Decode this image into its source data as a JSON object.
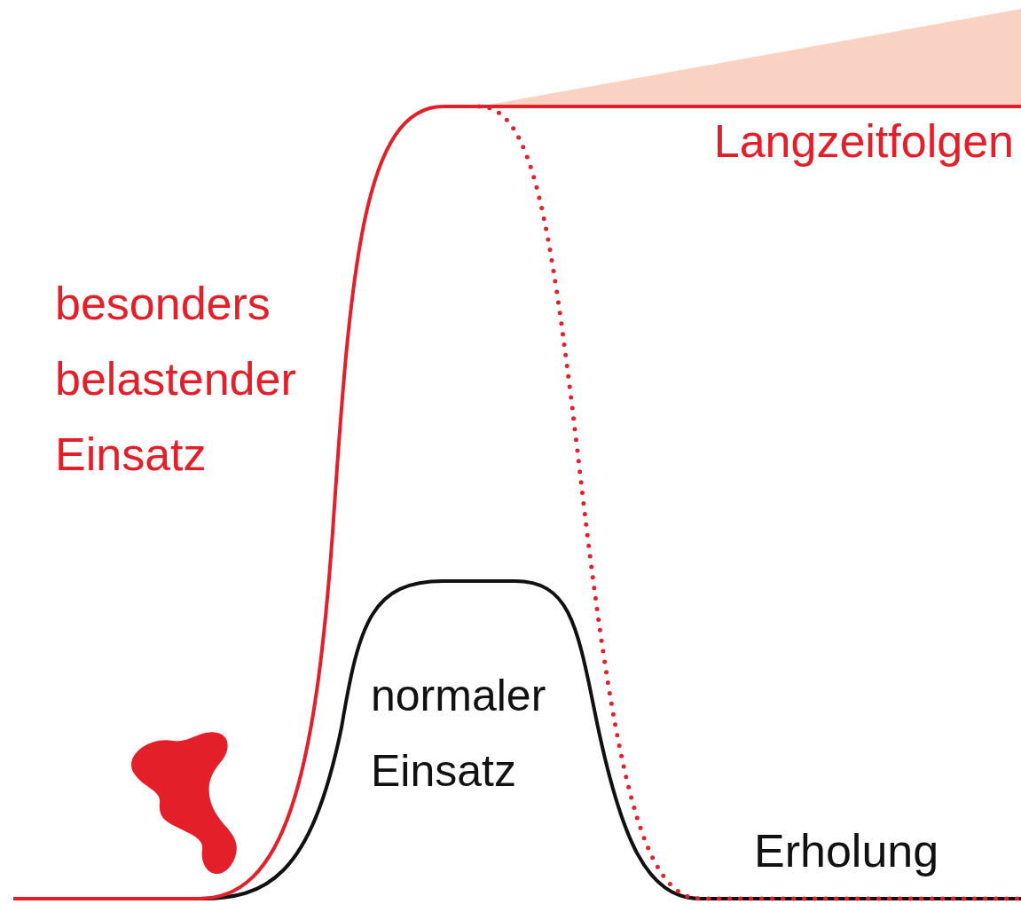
{
  "diagram": {
    "labels": [
      "besonders belastender Einsatz",
      "Langzeitfolgen",
      "normaler Einsatz",
      "Erholung"
    ]
  }
}
